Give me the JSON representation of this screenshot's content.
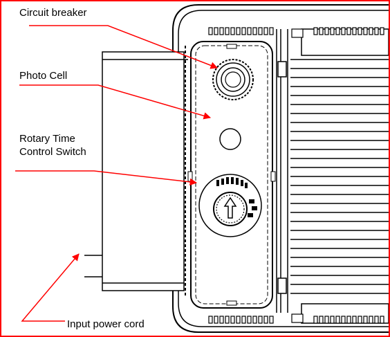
{
  "labels": {
    "circuit_breaker": "Circuit breaker",
    "photo_cell": "Photo Cell",
    "rotary_switch": "Rotary Time\nControl Switch",
    "input_power_cord": "Input power cord"
  },
  "colors": {
    "frame": "#ff0000",
    "leader_lines": "#ff0000",
    "drawing": "#000000",
    "background": "#ffffff"
  }
}
